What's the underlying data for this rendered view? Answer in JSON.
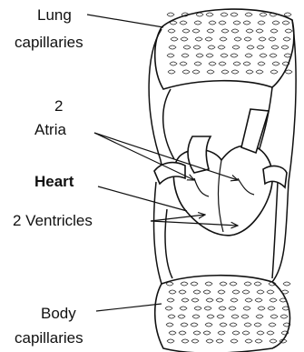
{
  "labels": {
    "lung_capillaries": [
      "Lung",
      "capillaries"
    ],
    "atria": [
      "2",
      "Atria"
    ],
    "heart": "Heart",
    "ventricles": "2 Ventricles",
    "body_capillaries": [
      "Body",
      "capillaries"
    ]
  }
}
